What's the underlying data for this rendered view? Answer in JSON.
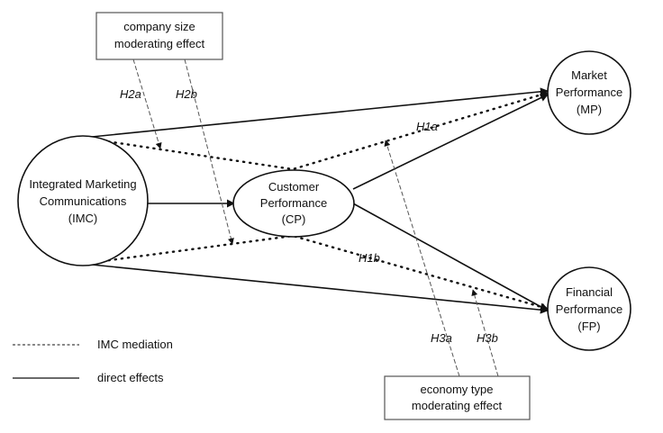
{
  "nodes": {
    "imc": {
      "lines": [
        "Integrated Marketing",
        "Communications",
        "(IMC)"
      ]
    },
    "cp": {
      "lines": [
        "Customer",
        "Performance",
        "(CP)"
      ]
    },
    "mp": {
      "lines": [
        "Market",
        "Performance",
        "(MP)"
      ]
    },
    "fp": {
      "lines": [
        "Financial",
        "Performance",
        "(FP)"
      ]
    }
  },
  "moderators": {
    "company_size": {
      "lines": [
        "company size",
        "moderating effect"
      ]
    },
    "economy_type": {
      "lines": [
        "economy type",
        "moderating effect"
      ]
    }
  },
  "hypotheses": {
    "h1a": "H1a",
    "h1b": "H1b",
    "h2a": "H2a",
    "h2b": "H2b",
    "h3a": "H3a",
    "h3b": "H3b"
  },
  "legend": {
    "mediation": "IMC mediation",
    "direct": "direct effects"
  }
}
